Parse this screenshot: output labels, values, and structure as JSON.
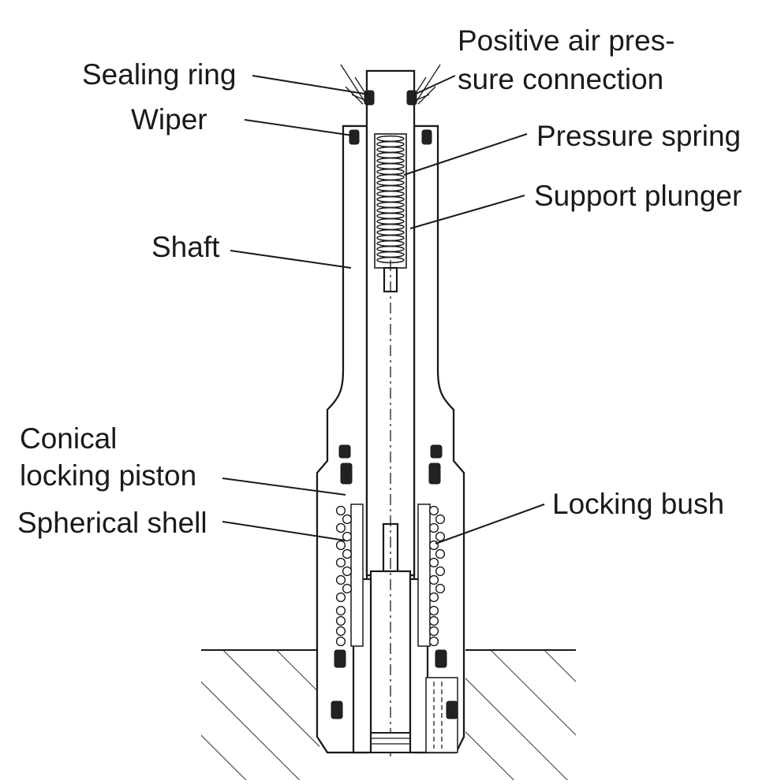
{
  "labels": {
    "sealing_ring": "Sealing ring",
    "wiper": "Wiper",
    "positive_air_line1": "Positive air pres-",
    "positive_air_line2": "sure connection",
    "pressure_spring": "Pressure spring",
    "support_plunger": "Support plunger",
    "shaft": "Shaft",
    "conical_line1": "Conical",
    "conical_line2": "locking piston",
    "spherical_shell": "Spherical shell",
    "locking_bush": "Locking bush"
  },
  "colors": {
    "line": "#1a1a1a",
    "background": "#ffffff"
  }
}
